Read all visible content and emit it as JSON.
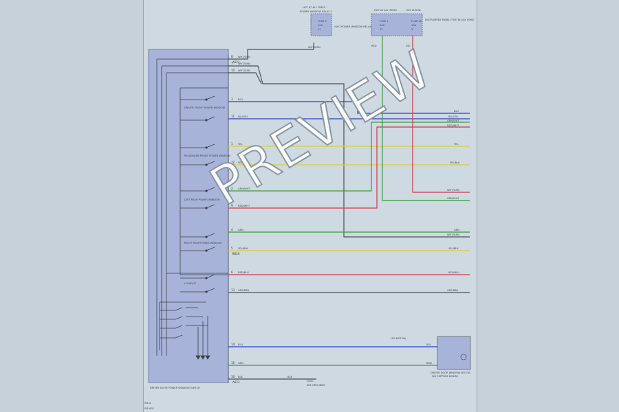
{
  "watermark": "PREVIEW",
  "module": {
    "label": "DRIVER DOOR POWER WINDOW SWITCH"
  },
  "footer_code": "W1-A",
  "connector_top": "A623",
  "connector_mid": "B626",
  "connector_bot": "A623",
  "top_left_fuse": {
    "header": "HOT AT ALL TIMES",
    "title": "POWER WINDOW RELAY 2",
    "fuse": "FUSE 3",
    "amp": "15A",
    "pin": "12",
    "note": "(W/O POWER WINDOW RELAY)",
    "wire": "WHT/GRN"
  },
  "top_right_fuses": [
    {
      "header": "HOT AT ALL TIMES",
      "fuse": "FUSE 1",
      "amp": "20A",
      "pin": "12",
      "wire": "RED"
    },
    {
      "header": "HOT IN RUN",
      "fuse": "FUSE 22",
      "amp": "10A",
      "pin": "3",
      "wire": "VIO"
    }
  ],
  "top_right_note": "INSTRUMENT PANEL FUSE BLOCK (RHD)",
  "switches": [
    "DRIVER FRONT POWER WINDOW",
    "PASSENGER FRONT POWER WINDOW",
    "LEFT REAR POWER WINDOW",
    "RIGHT REAR POWER WINDOW",
    "LOCKOUT"
  ],
  "wires": [
    {
      "pin": "8",
      "label": "WHT/GRN"
    },
    {
      "pin": "7",
      "label": "WHT/GRN"
    },
    {
      "pin": "10",
      "label": "WHT/GRN"
    },
    {
      "pin": "3",
      "label": "BLU"
    },
    {
      "pin": "11",
      "label": "BLU/YEL"
    },
    {
      "pin": "1",
      "label": "YEL"
    },
    {
      "pin": "12",
      "label": "YEL/BLK"
    },
    {
      "pin": "2",
      "label": "GRN/WHT"
    },
    {
      "pin": "9",
      "label": "RED/WHT"
    },
    {
      "pin": "4",
      "label": "GRN"
    },
    {
      "pin": "5",
      "label": "YEL/BLK"
    },
    {
      "pin": "6",
      "label": "RED/BLU"
    },
    {
      "pin": "13",
      "label": "GRY/BRN"
    },
    {
      "pin": "14",
      "label": "BLU"
    },
    {
      "pin": "15",
      "label": "GRN"
    },
    {
      "pin": "16",
      "label": "BLK"
    }
  ],
  "right_labels": [
    "BLU",
    "BLU/YEL",
    "GRN/WHT",
    "RED/WHT",
    "YEL",
    "YEL/BLK",
    "WHT/GRN",
    "GRN/WHT",
    "GRN",
    "WHT/GRN",
    "YEL/BLK",
    "RED/BLU",
    "GRY/BRN"
  ],
  "motor": {
    "label": "DRIVER DOOR WINDOW MOTOR",
    "sub": "(W/ EXPRESS DOWN)",
    "note": "(TO MOTOR)",
    "upper": "BLU",
    "lower": "BRN"
  },
  "ground": {
    "wire": "BLK",
    "label": "G200",
    "note": "SEE GROUNDS"
  },
  "page_note": "W1-A01"
}
